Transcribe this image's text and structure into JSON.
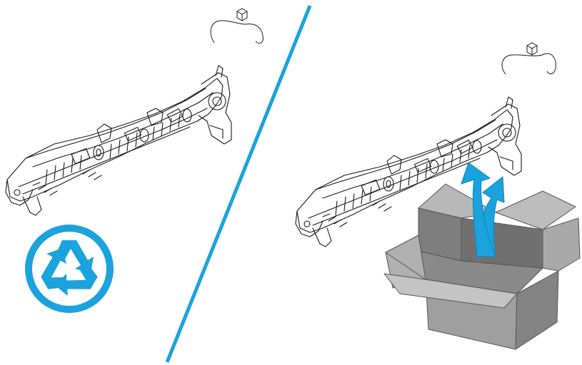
{
  "colors": {
    "accent": "#1aa3dd",
    "box_light": "#b6b6b6",
    "box_mid": "#9c9c9c",
    "box_dark": "#6f6f6f",
    "line": "#1a1a1a"
  },
  "panels": [
    {
      "id": "left",
      "content": [
        "fuser-assembly-line-art",
        "connector-cable",
        "recycle-icon"
      ]
    },
    {
      "id": "right",
      "content": [
        "fuser-assembly-line-art",
        "connector-cable",
        "up-arrow-icon",
        "open-box"
      ]
    }
  ],
  "icons": {
    "recycle": "recycle-icon",
    "arrow": "curved-up-arrow-icon",
    "box": "open-cardboard-box-icon",
    "connector": "connector-cube-icon"
  }
}
